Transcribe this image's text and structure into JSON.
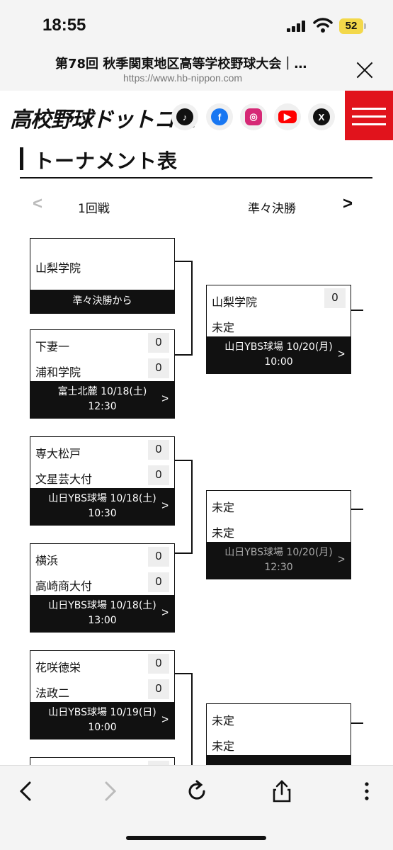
{
  "status": {
    "time": "18:55",
    "battery": "52"
  },
  "browser": {
    "title": "第78回 秋季関東地区高等学校野球大会｜…",
    "url": "https://www.hb-nippon.com"
  },
  "site": {
    "logo": "高校野球ドットコム",
    "sns": [
      "tiktok-icon",
      "facebook-icon",
      "instagram-icon",
      "youtube-icon",
      "x-icon"
    ]
  },
  "section": {
    "title": "トーナメント表"
  },
  "round_nav": {
    "left": "1回戦",
    "right": "準々決勝"
  },
  "round1": [
    {
      "seed_team": "山梨学院",
      "seed_note": "準々決勝から"
    },
    {
      "team1": "下妻一",
      "score1": "0",
      "team2": "浦和学院",
      "score2": "0",
      "venue": "富士北麓 10/18(土)",
      "time": "12:30"
    },
    {
      "team1": "専大松戸",
      "score1": "0",
      "team2": "文星芸大付",
      "score2": "0",
      "venue": "山日YBS球場 10/18(土)",
      "time": "10:30"
    },
    {
      "team1": "横浜",
      "score1": "0",
      "team2": "高崎商大付",
      "score2": "0",
      "venue": "山日YBS球場 10/18(土)",
      "time": "13:00"
    },
    {
      "team1": "花咲徳栄",
      "score1": "0",
      "team2": "法政二",
      "score2": "0",
      "venue": "山日YBS球場 10/19(日)",
      "time": "10:00"
    }
  ],
  "quarterfinals": [
    {
      "team1": "山梨学院",
      "score1": "0",
      "team2": "未定",
      "venue": "山日YBS球場 10/20(月)",
      "time": "10:00"
    },
    {
      "team1": "未定",
      "team2": "未定",
      "venue": "山日YBS球場 10/20(月)",
      "time": "12:30"
    },
    {
      "team1": "未定",
      "team2": "未定"
    }
  ],
  "chevron": ">"
}
